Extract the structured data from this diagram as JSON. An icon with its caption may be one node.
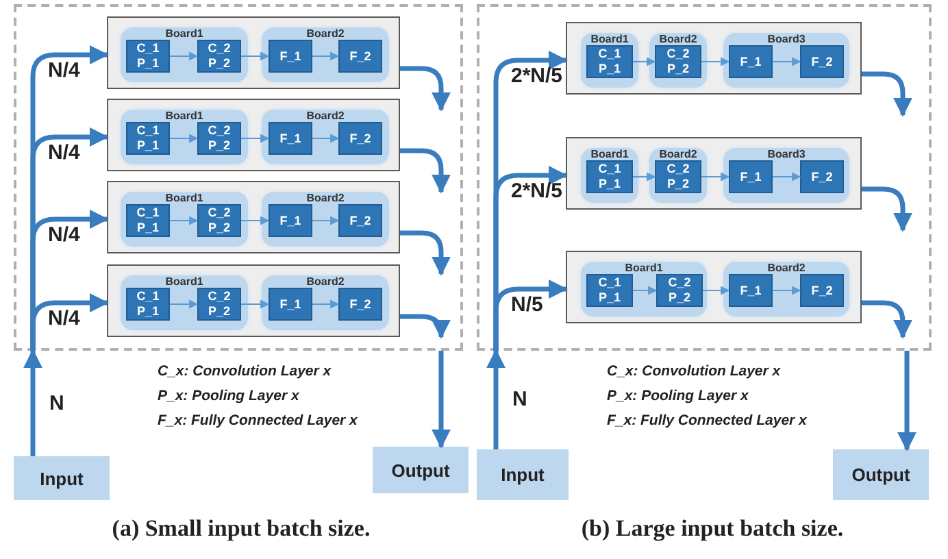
{
  "diagram": {
    "nodes": [
      {
        "text": [],
        "shape": "box"
      },
      {
        "text": [],
        "shape": "box",
        "in": 0
      },
      {
        "text": [
          "Board1"
        ],
        "in": 1
      },
      {
        "text": [
          "C_1 P_1"
        ],
        "in": 2
      },
      {
        "text": [
          "C_2 P_2"
        ],
        "in": 2
      },
      {
        "text": [
          "Board2"
        ],
        "in": 1
      },
      {
        "text": [
          "F_1"
        ],
        "in": 5
      },
      {
        "text": [
          "F_2"
        ],
        "in": 5
      },
      {
        "text": [],
        "shape": "box",
        "in": 0
      },
      {
        "text": [
          "Board1"
        ],
        "in": 8
      },
      {
        "text": [
          "C_1 P_1"
        ],
        "in": 9
      },
      {
        "text": [
          "C_2 P_2"
        ],
        "in": 9
      },
      {
        "text": [
          "Board2"
        ],
        "in": 8
      },
      {
        "text": [
          "F_1"
        ],
        "in": 12
      },
      {
        "text": [
          "F_2"
        ],
        "in": 12
      },
      {
        "text": [],
        "shape": "box",
        "in": 0
      },
      {
        "text": [
          "Board1"
        ],
        "in": 15
      },
      {
        "text": [
          "C_1 P_1"
        ],
        "in": 16
      },
      {
        "text": [
          "C_2 P_2"
        ],
        "in": 16
      },
      {
        "text": [
          "Board2"
        ],
        "in": 15
      },
      {
        "text": [
          "F_1"
        ],
        "in": 19
      },
      {
        "text": [
          "F_2"
        ],
        "in": 19
      },
      {
        "text": [],
        "shape": "box",
        "in": 0
      },
      {
        "text": [
          "Board1"
        ],
        "in": 22
      },
      {
        "text": [
          "C_1 P_1"
        ],
        "in": 23
      },
      {
        "text": [
          "C_2 P_2"
        ],
        "in": 23
      },
      {
        "text": [
          "Board2"
        ],
        "in": 22
      },
      {
        "text": [
          "F_1"
        ],
        "in": 26
      },
      {
        "text": [
          "F_2"
        ],
        "in": 26
      },
      {
        "text": [
          "Input"
        ]
      },
      {
        "text": [
          "Output"
        ]
      },
      {
        "text": [],
        "shape": "box"
      },
      {
        "text": [],
        "shape": "box",
        "in": 31
      },
      {
        "text": [
          "Board1"
        ],
        "in": 32
      },
      {
        "text": [
          "C_1 P_1"
        ],
        "in": 33
      },
      {
        "text": [
          "Board2"
        ],
        "in": 32
      },
      {
        "text": [
          "C_2 P_2"
        ],
        "in": 35
      },
      {
        "text": [
          "Board3"
        ],
        "in": 32
      },
      {
        "text": [
          "F_1"
        ],
        "in": 37
      },
      {
        "text": [
          "F_2"
        ],
        "in": 37
      },
      {
        "text": [],
        "shape": "box",
        "in": 31
      },
      {
        "text": [
          "Board1"
        ],
        "in": 40
      },
      {
        "text": [
          "C_1 P_1"
        ],
        "in": 41
      },
      {
        "text": [
          "Board2"
        ],
        "in": 40
      },
      {
        "text": [
          "C_2 P_2"
        ],
        "in": 43
      },
      {
        "text": [
          "Board3"
        ],
        "in": 40
      },
      {
        "text": [
          "F_1"
        ],
        "in": 45
      },
      {
        "text": [
          "F_2"
        ],
        "in": 45
      },
      {
        "text": [],
        "shape": "box",
        "in": 31
      },
      {
        "text": [
          "Board1"
        ],
        "in": 48
      },
      {
        "text": [
          "C_1 P_1"
        ],
        "in": 49
      },
      {
        "text": [
          "C_2 P_2"
        ],
        "in": 49
      },
      {
        "text": [
          "Board2"
        ],
        "in": 48
      },
      {
        "text": [
          "F_1"
        ],
        "in": 52
      },
      {
        "text": [
          "F_2"
        ],
        "in": 52
      },
      {
        "text": [
          "Input"
        ]
      },
      {
        "text": [
          "Output"
        ]
      }
    ],
    "edges": [
      {
        "from": 29,
        "to": 0,
        "arrow": "to",
        "label": "N",
        "style": "thick"
      },
      {
        "from": 0,
        "to": 1,
        "arrow": "to",
        "label": "N/4",
        "style": "thick"
      },
      {
        "from": 0,
        "to": 8,
        "arrow": "to",
        "label": "N/4",
        "style": "thick"
      },
      {
        "from": 0,
        "to": 15,
        "arrow": "to",
        "label": "N/4",
        "style": "thick"
      },
      {
        "from": 0,
        "to": 22,
        "arrow": "to",
        "label": "N/4",
        "style": "thick"
      },
      {
        "from": 3,
        "to": 4,
        "arrow": "to"
      },
      {
        "from": 4,
        "to": 6,
        "arrow": "to"
      },
      {
        "from": 6,
        "to": 7,
        "arrow": "to"
      },
      {
        "from": 1,
        "to": null,
        "arrow": "to",
        "style": "thick"
      },
      {
        "from": 10,
        "to": 11,
        "arrow": "to"
      },
      {
        "from": 11,
        "to": 13,
        "arrow": "to"
      },
      {
        "from": 13,
        "to": 14,
        "arrow": "to"
      },
      {
        "from": 8,
        "to": null,
        "arrow": "to",
        "style": "thick"
      },
      {
        "from": 17,
        "to": 18,
        "arrow": "to"
      },
      {
        "from": 18,
        "to": 20,
        "arrow": "to"
      },
      {
        "from": 20,
        "to": 21,
        "arrow": "to"
      },
      {
        "from": 15,
        "to": null,
        "arrow": "to",
        "style": "thick"
      },
      {
        "from": 24,
        "to": 25,
        "arrow": "to"
      },
      {
        "from": 25,
        "to": 27,
        "arrow": "to"
      },
      {
        "from": 27,
        "to": 28,
        "arrow": "to"
      },
      {
        "from": 22,
        "to": null,
        "arrow": "to",
        "style": "thick"
      },
      {
        "from": 0,
        "to": 30,
        "arrow": "to",
        "style": "thick"
      },
      {
        "from": 55,
        "to": 31,
        "arrow": "to",
        "label": "N",
        "style": "thick"
      },
      {
        "from": 31,
        "to": 32,
        "arrow": "to",
        "label": "2*N/5",
        "style": "thick"
      },
      {
        "from": 31,
        "to": 40,
        "arrow": "to",
        "label": "2*N/5",
        "style": "thick"
      },
      {
        "from": 31,
        "to": 48,
        "arrow": "to",
        "label": "N/5",
        "style": "thick"
      },
      {
        "from": 34,
        "to": 36,
        "arrow": "to"
      },
      {
        "from": 36,
        "to": 38,
        "arrow": "to"
      },
      {
        "from": 38,
        "to": 39,
        "arrow": "to"
      },
      {
        "from": 32,
        "to": null,
        "arrow": "to",
        "style": "thick"
      },
      {
        "from": 42,
        "to": 44,
        "arrow": "to"
      },
      {
        "from": 44,
        "to": 46,
        "arrow": "to"
      },
      {
        "from": 46,
        "to": 47,
        "arrow": "to"
      },
      {
        "from": 40,
        "to": null,
        "arrow": "to",
        "style": "thick"
      },
      {
        "from": 50,
        "to": 51,
        "arrow": "to"
      },
      {
        "from": 51,
        "to": 53,
        "arrow": "to"
      },
      {
        "from": 53,
        "to": 54,
        "arrow": "to"
      },
      {
        "from": 48,
        "to": null,
        "arrow": "to",
        "style": "thick"
      },
      {
        "from": 31,
        "to": 56,
        "arrow": "to",
        "style": "thick"
      }
    ],
    "labels": [
      "C_x: Convolution Layer x",
      "P_x: Pooling Layer x",
      "F_x: Fully Connected Layer x",
      "C_x: Convolution Layer x",
      "P_x: Pooling Layer x",
      "F_x: Fully Connected Layer x",
      "(a) Small input batch size.",
      "(b) Large input batch size."
    ]
  }
}
